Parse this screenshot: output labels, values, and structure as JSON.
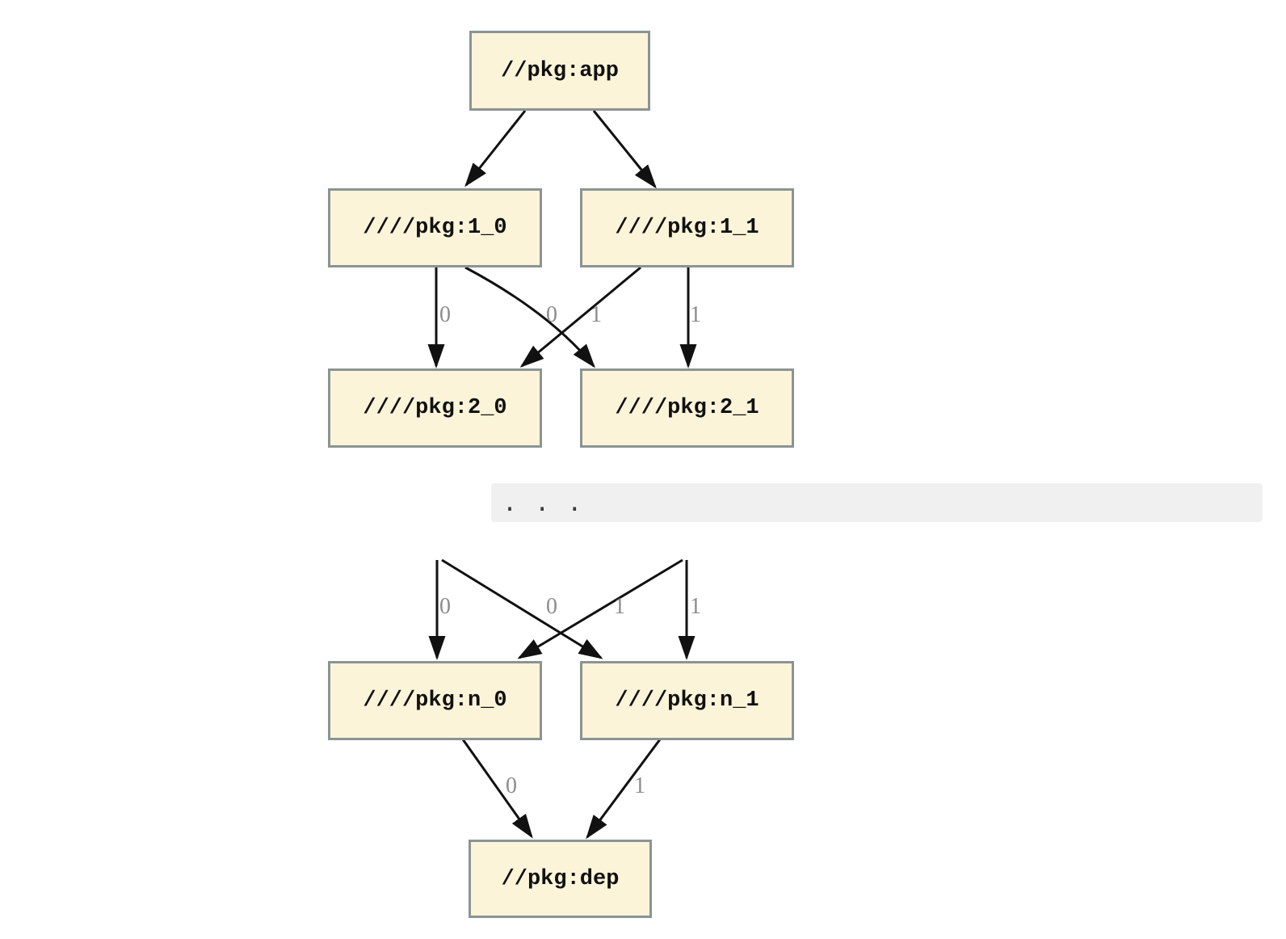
{
  "diagram": {
    "nodes": {
      "app": "//pkg:app",
      "l1_0": "////pkg:1_0",
      "l1_1": "////pkg:1_1",
      "l2_0": "////pkg:2_0",
      "l2_1": "////pkg:2_1",
      "ln_0": "////pkg:n_0",
      "ln_1": "////pkg:n_1",
      "dep": "//pkg:dep"
    },
    "ellipsis": ". . .",
    "edges": [
      {
        "from": "//pkg:app",
        "to": "////pkg:1_0",
        "label": ""
      },
      {
        "from": "//pkg:app",
        "to": "////pkg:1_1",
        "label": ""
      },
      {
        "from": "////pkg:1_0",
        "to": "////pkg:2_0",
        "label": "0"
      },
      {
        "from": "////pkg:1_0",
        "to": "////pkg:2_1",
        "label": "1"
      },
      {
        "from": "////pkg:1_1",
        "to": "////pkg:2_0",
        "label": "0"
      },
      {
        "from": "////pkg:1_1",
        "to": "////pkg:2_1",
        "label": "1"
      },
      {
        "from": "...",
        "to": "////pkg:n_0",
        "label": "0"
      },
      {
        "from": "...",
        "to": "////pkg:n_1",
        "label": "1"
      },
      {
        "from": "...",
        "to": "////pkg:n_0",
        "label": "0"
      },
      {
        "from": "...",
        "to": "////pkg:n_1",
        "label": "1"
      },
      {
        "from": "////pkg:n_0",
        "to": "//pkg:dep",
        "label": "0"
      },
      {
        "from": "////pkg:n_1",
        "to": "//pkg:dep",
        "label": "1"
      }
    ],
    "edge_labels": {
      "tier2": [
        "0",
        "0",
        "1",
        "1"
      ],
      "tiern": [
        "0",
        "0",
        "1",
        "1"
      ],
      "dep": [
        "0",
        "1"
      ]
    },
    "colors": {
      "node_fill": "#fcf4d8",
      "node_border": "#8b9494",
      "edge": "#111111",
      "edge_label": "#8c8c8c",
      "band_bg": "#f0f0f0",
      "ellipsis_text": "#3a3a3a",
      "background": "#ffffff"
    }
  }
}
